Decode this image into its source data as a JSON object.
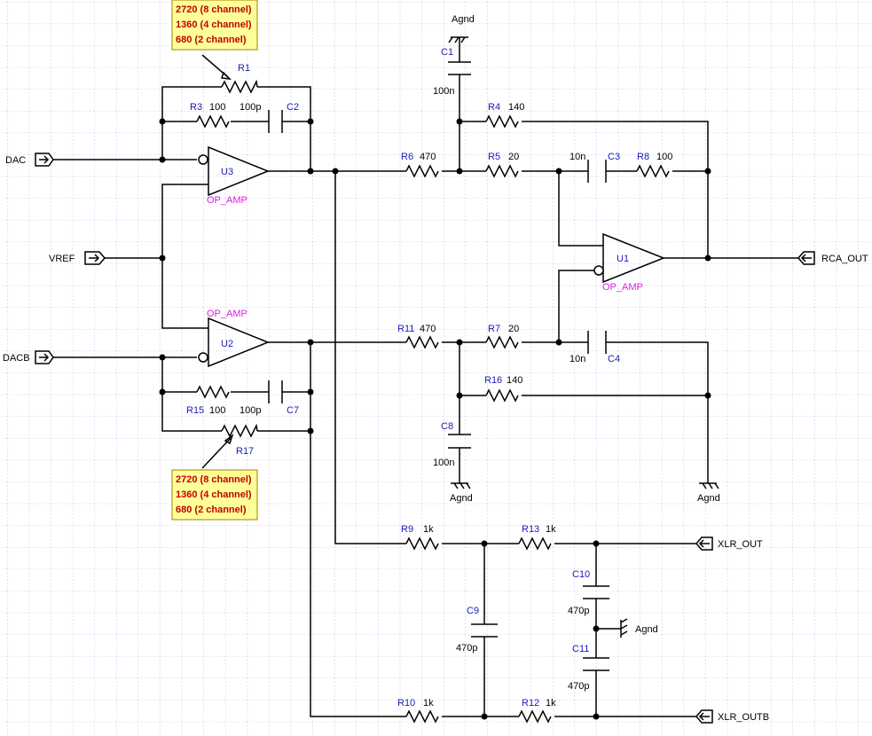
{
  "colors": {
    "grid": "#9a9ae6",
    "wire": "#000000",
    "refdes": "#1b1bb5",
    "opamp_label": "#e020e0",
    "note_bg": "#ffff99",
    "note_text": "#c00000"
  },
  "ports": {
    "dac": "DAC",
    "vref": "VREF",
    "dacb": "DACB",
    "rca_out": "RCA_OUT",
    "xlr_out": "XLR_OUT",
    "xlr_outb": "XLR_OUTB"
  },
  "opamps": {
    "u1": {
      "ref": "U1",
      "type": "OP_AMP"
    },
    "u2": {
      "ref": "U2",
      "type": "OP_AMP"
    },
    "u3": {
      "ref": "U3",
      "type": "OP_AMP"
    }
  },
  "resistors": {
    "r1": {
      "ref": "R1",
      "value": ""
    },
    "r3": {
      "ref": "R3",
      "value": "100"
    },
    "r4": {
      "ref": "R4",
      "value": "140"
    },
    "r5": {
      "ref": "R5",
      "value": "20"
    },
    "r6": {
      "ref": "R6",
      "value": "470"
    },
    "r7": {
      "ref": "R7",
      "value": "20"
    },
    "r8": {
      "ref": "R8",
      "value": "100"
    },
    "r9": {
      "ref": "R9",
      "value": "1k"
    },
    "r10": {
      "ref": "R10",
      "value": "1k"
    },
    "r11": {
      "ref": "R11",
      "value": "470"
    },
    "r12": {
      "ref": "R12",
      "value": "1k"
    },
    "r13": {
      "ref": "R13",
      "value": "1k"
    },
    "r15": {
      "ref": "R15",
      "value": "100"
    },
    "r16": {
      "ref": "R16",
      "value": "140"
    },
    "r17": {
      "ref": "R17",
      "value": ""
    }
  },
  "capacitors": {
    "c1": {
      "ref": "C1",
      "value": "100n"
    },
    "c2": {
      "ref": "C2",
      "value": "100p"
    },
    "c3": {
      "ref": "C3",
      "value": "10n"
    },
    "c4": {
      "ref": "C4",
      "value": "10n"
    },
    "c7": {
      "ref": "C7",
      "value": "100p"
    },
    "c8": {
      "ref": "C8",
      "value": "100n"
    },
    "c9": {
      "ref": "C9",
      "value": "470p"
    },
    "c10": {
      "ref": "C10",
      "value": "470p"
    },
    "c11": {
      "ref": "C11",
      "value": "470p"
    }
  },
  "grounds": {
    "top": "Agnd",
    "c8": "Agnd",
    "r16": "Agnd",
    "xlr": "Agnd"
  },
  "notes": {
    "r1": [
      "2720 (8 channel)",
      "1360 (4 channel)",
      "680  (2 channel)"
    ],
    "r17": [
      "2720 (8 channel)",
      "1360 (4 channel)",
      "680  (2 channel)"
    ]
  }
}
